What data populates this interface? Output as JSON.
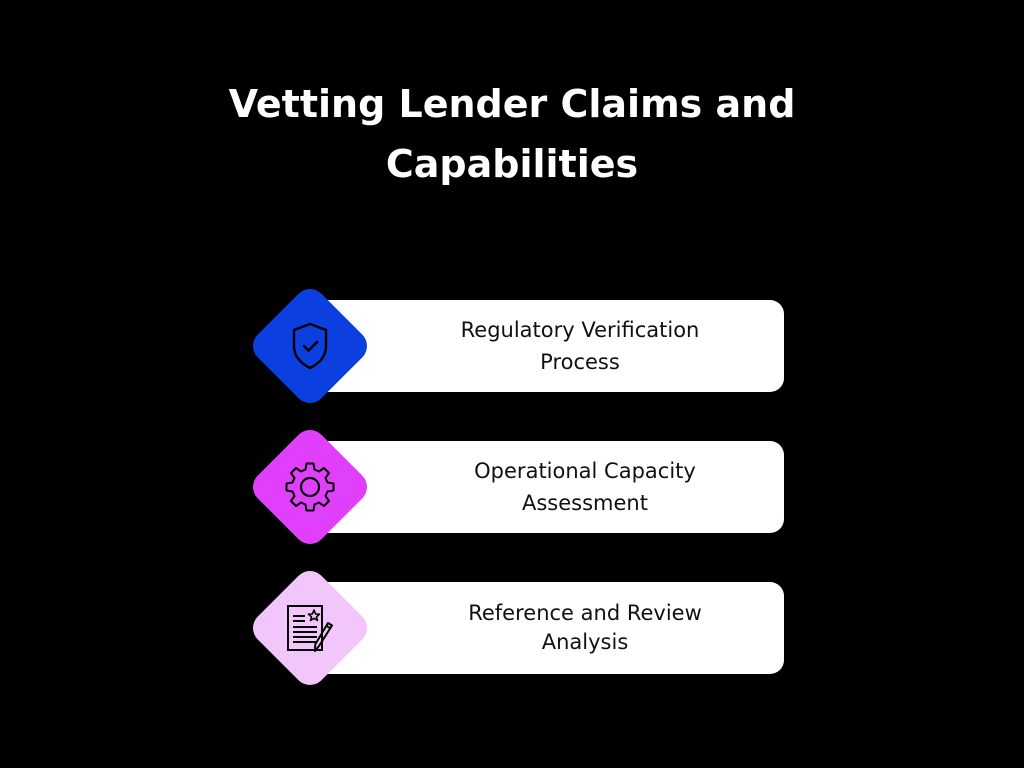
{
  "title": {
    "line1": "Vetting Lender Claims and",
    "line2": "Capabilities"
  },
  "steps": [
    {
      "icon": "shield-check-icon",
      "color": "#0b3fe0",
      "line1": "Regulatory Verification",
      "line2": "Process"
    },
    {
      "icon": "gear-icon",
      "color": "#e040fb",
      "line1": "Operational Capacity",
      "line2": "Assessment"
    },
    {
      "icon": "document-pencil-star-icon",
      "color": "#f3c6fb",
      "line1": "Reference and Review",
      "line2": "Analysis"
    }
  ]
}
